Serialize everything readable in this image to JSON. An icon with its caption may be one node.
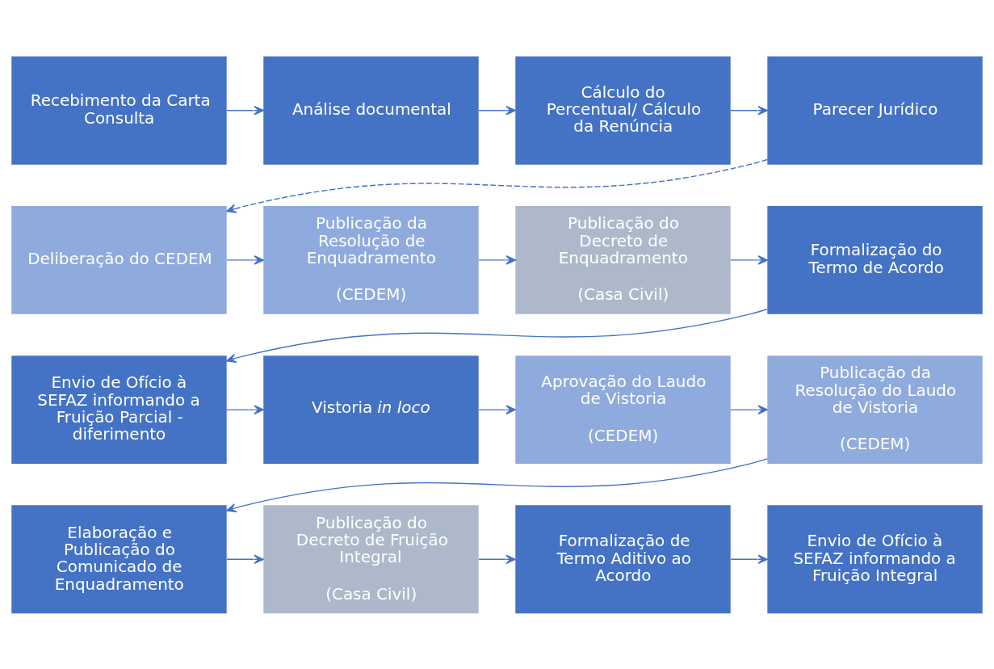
{
  "diagram": {
    "nodes": [
      {
        "text": [
          "Recebimento da Carta Consulta"
        ]
      },
      {
        "text": [
          "Análise documental"
        ]
      },
      {
        "text": [
          "Cálculo do Percentual/ Cálculo da Renúncia"
        ]
      },
      {
        "text": [
          "Parecer Jurídico"
        ]
      },
      {
        "text": [
          "Deliberação do CEDEM"
        ]
      },
      {
        "text": [
          "Publicação da Resolução de Enquadramento",
          "(CEDEM)"
        ]
      },
      {
        "text": [
          "Publicação do Decreto de Enquadramento",
          "(Casa Civil)"
        ]
      },
      {
        "text": [
          "Formalização do Termo de Acordo"
        ]
      },
      {
        "text": [
          "Envio de Ofício à SEFAZ informando a Fruição Parcial - diferimento"
        ]
      },
      {
        "text": [
          "Vistoria *in loco*"
        ]
      },
      {
        "text": [
          "Aprovação do Laudo de Vistoria",
          "(CEDEM)"
        ]
      },
      {
        "text": [
          "Publicação da Resolução do Laudo de Vistoria",
          "(CEDEM)"
        ]
      },
      {
        "text": [
          "Elaboração e Publicação do Comunicado de Enquadramento"
        ]
      },
      {
        "text": [
          "Publicação do Decreto de Fruição Integral",
          "(Casa Civil)"
        ]
      },
      {
        "text": [
          "Formalização de Termo Aditivo ao Acordo"
        ]
      },
      {
        "text": [
          "Envio de Ofício à SEFAZ informando a Fruição Integral"
        ]
      }
    ],
    "edges": [
      {
        "from": 0,
        "to": 1,
        "arrow": "to"
      },
      {
        "from": 1,
        "to": 2,
        "arrow": "to"
      },
      {
        "from": 2,
        "to": 3,
        "arrow": "to"
      },
      {
        "from": 3,
        "to": 4,
        "arrow": "to",
        "style": "dashed"
      },
      {
        "from": 4,
        "to": 5,
        "arrow": "to"
      },
      {
        "from": 5,
        "to": 6,
        "arrow": "to"
      },
      {
        "from": 6,
        "to": 7,
        "arrow": "to"
      },
      {
        "from": 7,
        "to": 8,
        "arrow": "to"
      },
      {
        "from": 8,
        "to": 9,
        "arrow": "to"
      },
      {
        "from": 9,
        "to": 10,
        "arrow": "to"
      },
      {
        "from": 10,
        "to": 11,
        "arrow": "to"
      },
      {
        "from": 11,
        "to": 12,
        "arrow": "to"
      },
      {
        "from": 12,
        "to": 13,
        "arrow": "to"
      },
      {
        "from": 13,
        "to": 14,
        "arrow": "to"
      },
      {
        "from": 14,
        "to": 15,
        "arrow": "to"
      }
    ]
  }
}
